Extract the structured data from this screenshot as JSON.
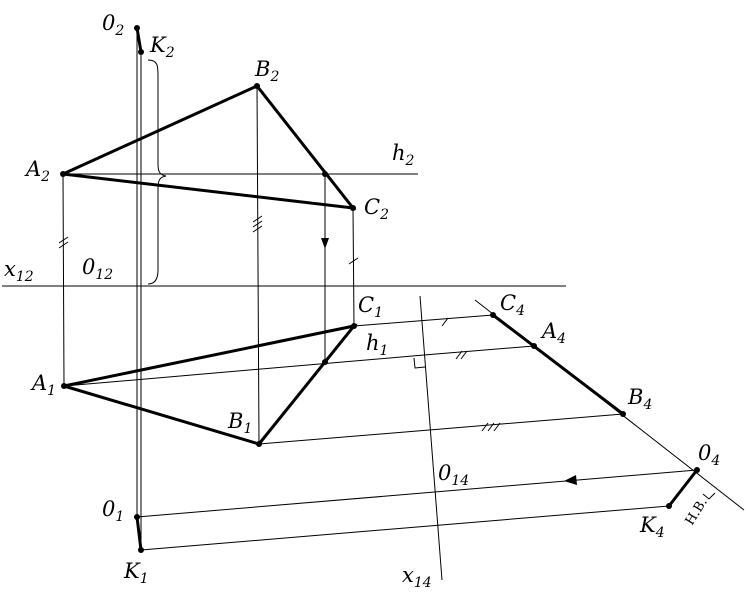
{
  "labels": {
    "O2": {
      "main": "0",
      "sub": "2"
    },
    "K2": {
      "main": "K",
      "sub": "2"
    },
    "B2": {
      "main": "B",
      "sub": "2"
    },
    "A2": {
      "main": "A",
      "sub": "2"
    },
    "C2": {
      "main": "C",
      "sub": "2"
    },
    "h2": {
      "main": "h",
      "sub": "2"
    },
    "x12": {
      "main": "x",
      "sub": "12"
    },
    "O12": {
      "main": "0",
      "sub": "12"
    },
    "C1": {
      "main": "C",
      "sub": "1"
    },
    "h1": {
      "main": "h",
      "sub": "1"
    },
    "A1": {
      "main": "A",
      "sub": "1"
    },
    "B1": {
      "main": "B",
      "sub": "1"
    },
    "O1": {
      "main": "0",
      "sub": "1"
    },
    "K1": {
      "main": "K",
      "sub": "1"
    },
    "C4": {
      "main": "C",
      "sub": "4"
    },
    "A4": {
      "main": "A",
      "sub": "4"
    },
    "B4": {
      "main": "B",
      "sub": "4"
    },
    "O4": {
      "main": "0",
      "sub": "4"
    },
    "K4": {
      "main": "K",
      "sub": "4"
    },
    "O14": {
      "main": "0",
      "sub": "14"
    },
    "x14": {
      "main": "x",
      "sub": "14"
    }
  },
  "natural_size_label": "Н.В."
}
